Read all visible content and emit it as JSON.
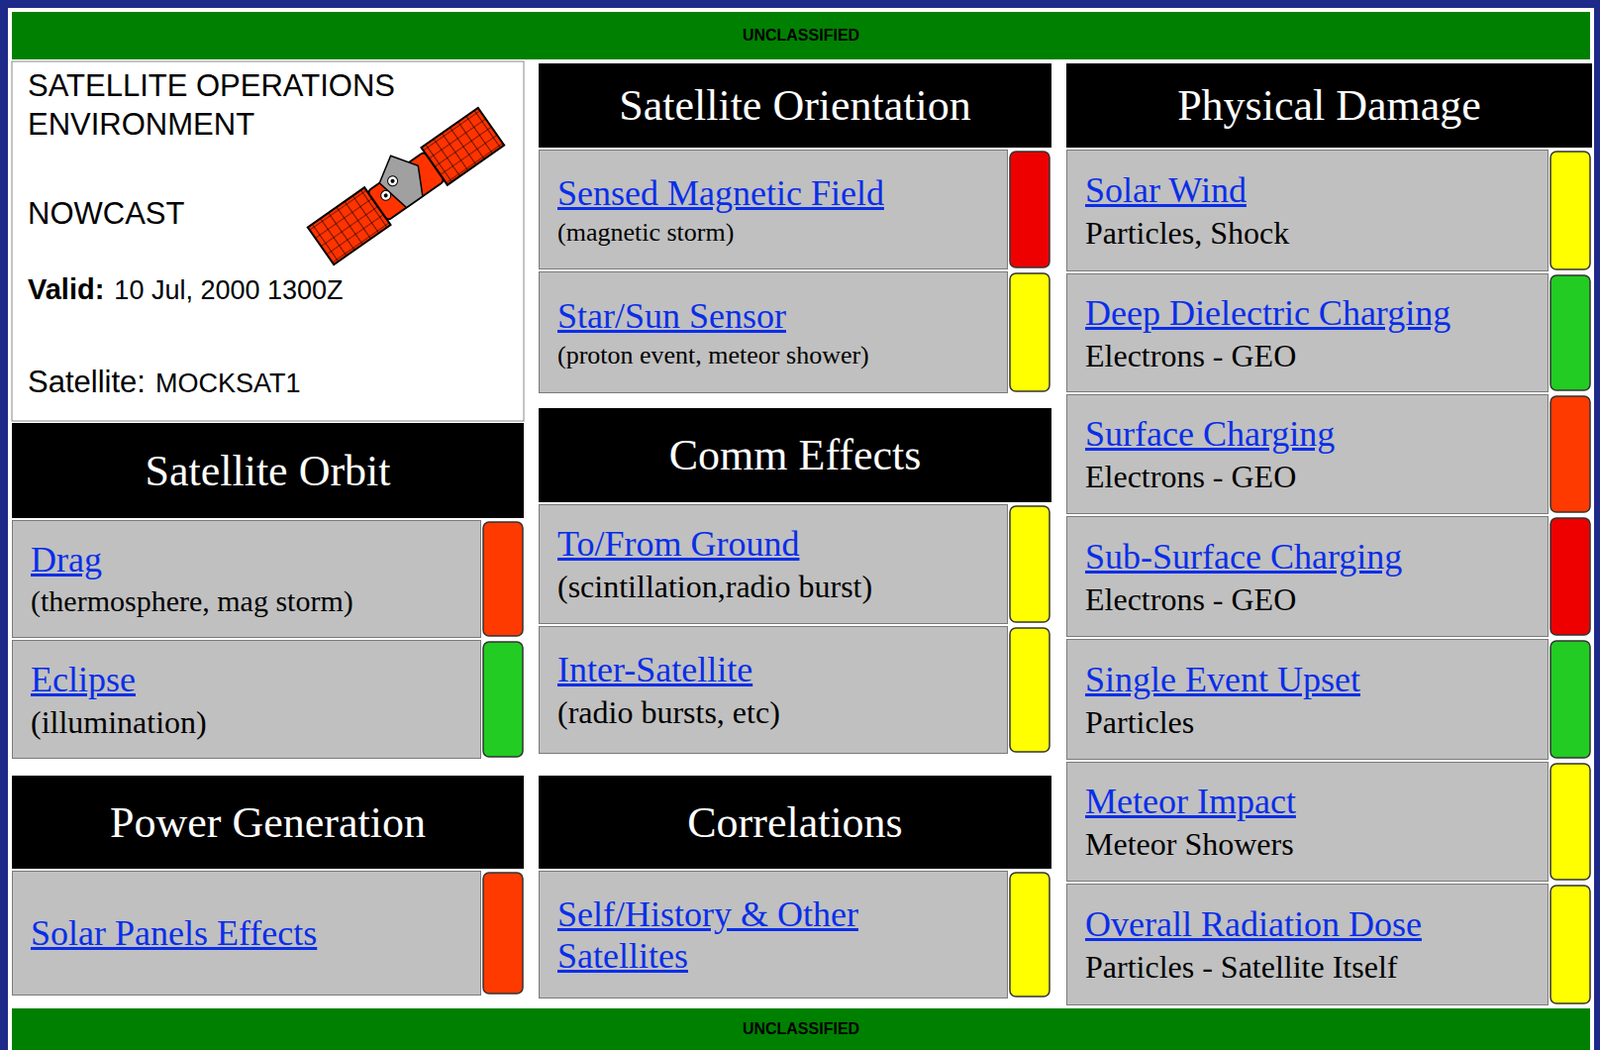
{
  "diagram": {
    "nodes": [
      {
        "text": [
          "UNCLASSIFIED"
        ]
      },
      {
        "text": [
          "SATELLITE OPERATIONS ENVIRONMENT",
          "NOWCAST",
          "Valid:",
          "10 Jul, 2000 1300Z",
          "Satellite:",
          "MOCKSAT1"
        ]
      },
      {
        "text": [
          "Satellite Orbit"
        ]
      },
      {
        "text": [
          "Drag",
          "(thermosphere, mag storm)"
        ]
      },
      {
        "text": [
          "Eclipse",
          "(illumination)"
        ]
      },
      {
        "text": [
          "Power Generation"
        ]
      },
      {
        "text": [
          "Solar Panels Effects"
        ]
      },
      {
        "text": [
          "Satellite Orientation"
        ]
      },
      {
        "text": [
          "Sensed Magnetic Field",
          "(magnetic storm)"
        ]
      },
      {
        "text": [
          "Star/Sun Sensor",
          "(proton event, meteor shower)"
        ]
      },
      {
        "text": [
          "Comm Effects"
        ]
      },
      {
        "text": [
          "To/From Ground",
          "(scintillation,radio burst)"
        ]
      },
      {
        "text": [
          "Inter-Satellite",
          "(radio bursts, etc)"
        ]
      },
      {
        "text": [
          "Correlations"
        ]
      },
      {
        "text": [
          "Self/History & Other Satellites"
        ]
      },
      {
        "text": [
          "Physical Damage"
        ]
      },
      {
        "text": [
          "Solar Wind",
          "Particles, Shock"
        ]
      },
      {
        "text": [
          "Deep Dielectric Charging",
          "Electrons - GEO"
        ]
      },
      {
        "text": [
          "Surface Charging",
          "Electrons - GEO"
        ]
      },
      {
        "text": [
          "Sub-Surface Charging",
          "Electrons - GEO"
        ]
      },
      {
        "text": [
          "Single Event Upset",
          "Particles"
        ]
      },
      {
        "text": [
          "Meteor Impact",
          "Meteor Showers"
        ]
      },
      {
        "text": [
          "Overall Radiation Dose",
          "Particles - Satellite Itself"
        ]
      },
      {
        "text": [
          "UNCLASSIFIED"
        ]
      }
    ]
  }
}
